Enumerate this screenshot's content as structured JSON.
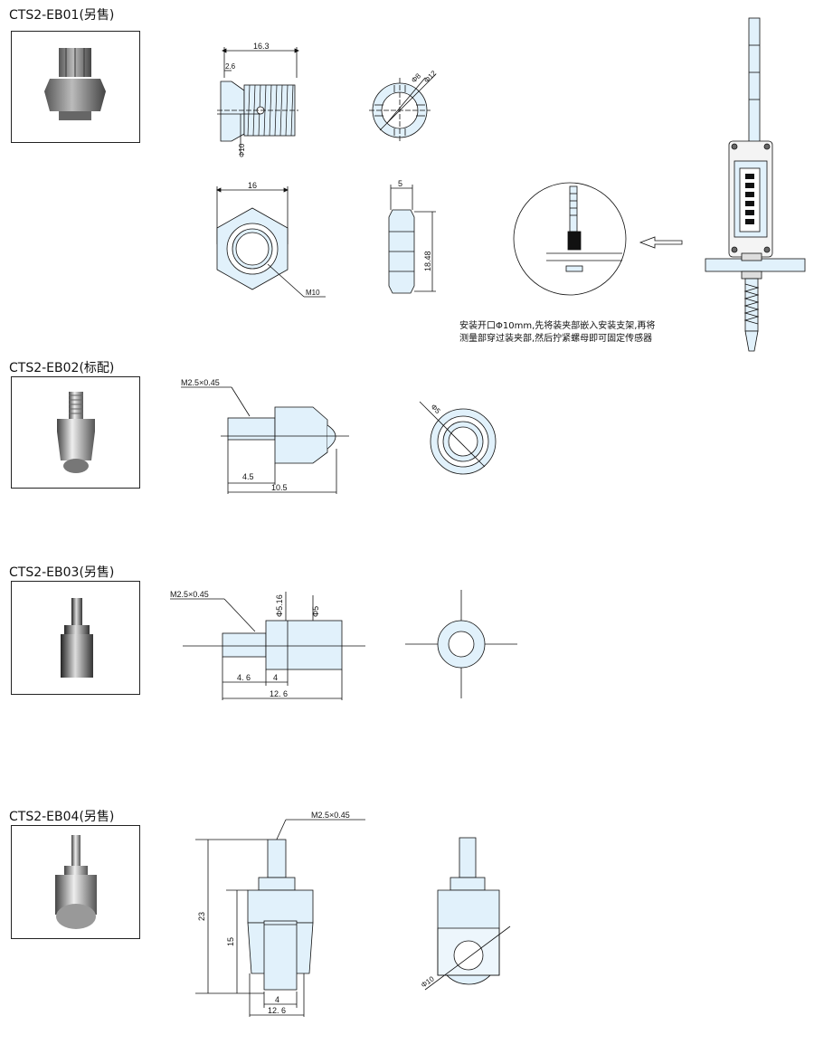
{
  "sections": [
    {
      "title": "CTS2-EB01(另售)"
    },
    {
      "title": "CTS2-EB02(标配)"
    },
    {
      "title": "CTS2-EB03(另售)"
    },
    {
      "title": "CTS2-EB04(另售)"
    }
  ],
  "eb01": {
    "dims": {
      "len": "16.3",
      "flange": "2.6",
      "dia": "Φ10",
      "d8": "Φ8",
      "d12": "Φ12",
      "hex": "16",
      "thread": "M10",
      "nut_w": "5",
      "nut_h": "18.48"
    },
    "note_line1": "安装开口Φ10mm,先将装夹部嵌入安装支架,再将",
    "note_line2": "测量部穿过装夹部,然后拧紧螺母即可固定传感器"
  },
  "eb02": {
    "dims": {
      "thread": "M2.5×0.45",
      "a": "4.5",
      "total": "10.5",
      "dia": "Φ5"
    }
  },
  "eb03": {
    "dims": {
      "thread": "M2.5×0.45",
      "d516": "Φ5.16",
      "d5": "Φ5",
      "a": "4. 6",
      "b": "4",
      "total": "12. 6"
    }
  },
  "eb04": {
    "dims": {
      "thread": "M2.5×0.45",
      "h": "23",
      "h15": "15",
      "w4": "4",
      "w126": "12. 6",
      "d10": "Φ10"
    }
  },
  "colors": {
    "part_fill": "#e1f1fb",
    "line": "#111111",
    "housing": "#f4f4f4"
  }
}
